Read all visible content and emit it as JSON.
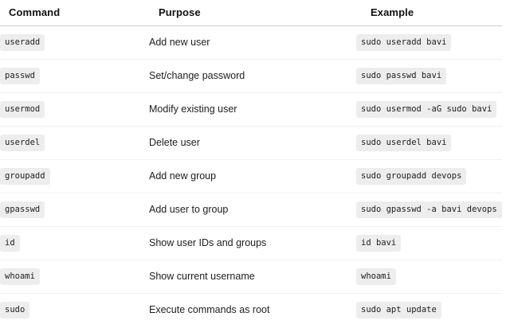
{
  "table": {
    "columns": [
      {
        "key": "command",
        "label": "Command"
      },
      {
        "key": "purpose",
        "label": "Purpose"
      },
      {
        "key": "example",
        "label": "Example"
      }
    ],
    "rows": [
      {
        "command": "useradd",
        "purpose": "Add new user",
        "example": "sudo useradd bavi"
      },
      {
        "command": "passwd",
        "purpose": "Set/change password",
        "example": "sudo passwd bavi"
      },
      {
        "command": "usermod",
        "purpose": "Modify existing user",
        "example": "sudo usermod -aG sudo bavi"
      },
      {
        "command": "userdel",
        "purpose": "Delete user",
        "example": "sudo userdel bavi"
      },
      {
        "command": "groupadd",
        "purpose": "Add new group",
        "example": "sudo groupadd devops"
      },
      {
        "command": "gpasswd",
        "purpose": "Add user to group",
        "example": "sudo gpasswd -a bavi devops"
      },
      {
        "command": "id",
        "purpose": "Show user IDs and groups",
        "example": "id bavi"
      },
      {
        "command": "whoami",
        "purpose": "Show current username",
        "example": "whoami"
      },
      {
        "command": "sudo",
        "purpose": "Execute commands as root",
        "example": "sudo apt update"
      }
    ]
  },
  "colors": {
    "page_background": "#ffffff",
    "header_rule": "#cfcfcf",
    "row_rule": "#f1f1f3",
    "chip_background": "#ededed",
    "text": "#1d1d1d",
    "header_text": "#111111"
  }
}
